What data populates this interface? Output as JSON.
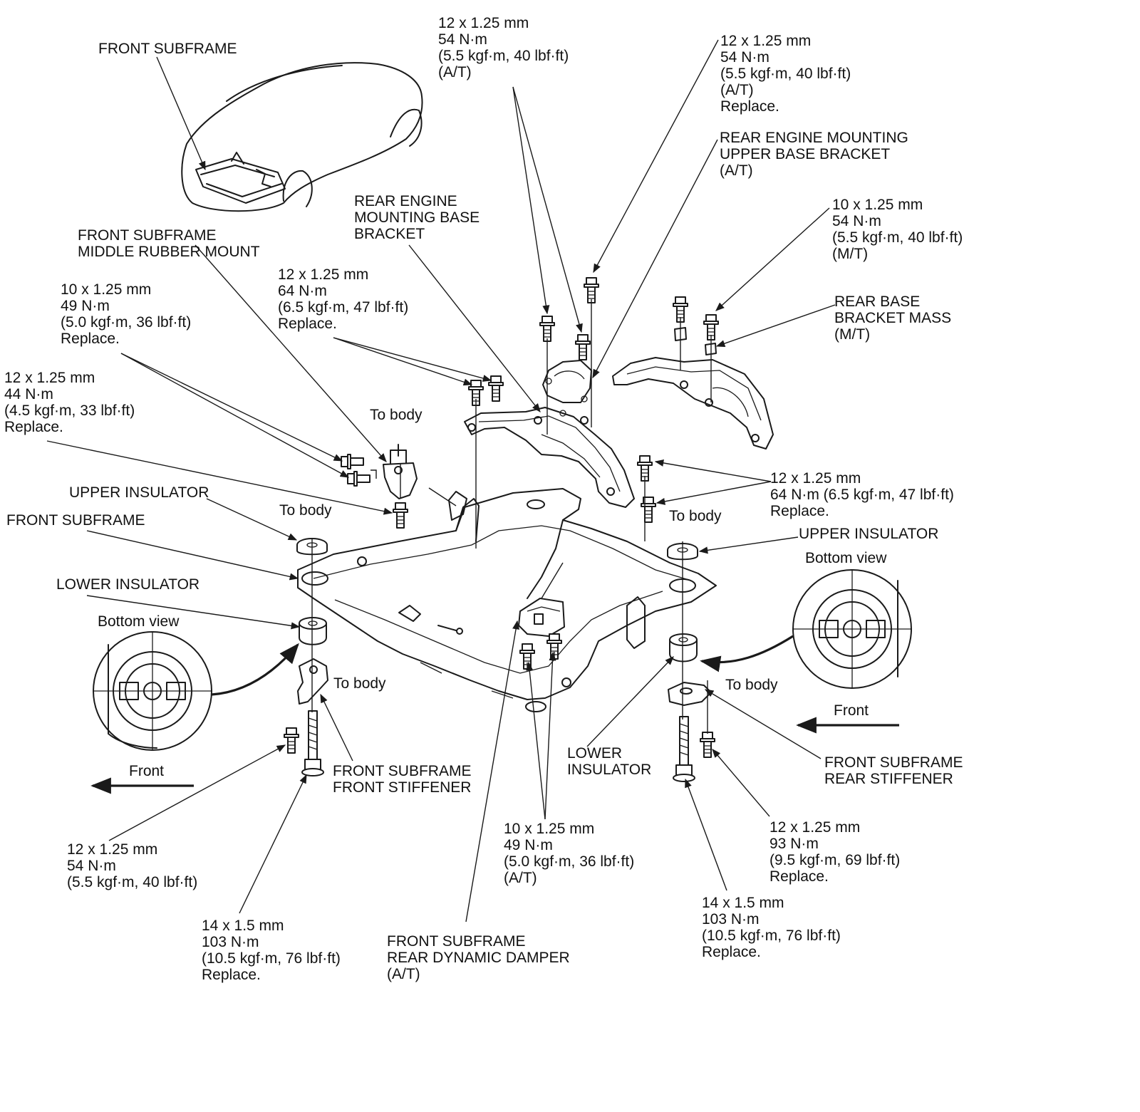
{
  "labels": {
    "car_front_subframe": [
      "FRONT SUBFRAME"
    ],
    "bolt_12_54_at_a": [
      "12 x 1.25 mm",
      "54 N·m",
      "(5.5 kgf·m, 40 lbf·ft)",
      "(A/T)"
    ],
    "bolt_12_54_at_replace": [
      "12 x 1.25 mm",
      "54 N·m",
      "(5.5 kgf·m, 40 lbf·ft)",
      "(A/T)",
      "Replace."
    ],
    "rear_engine_mount_upper_base_bracket": [
      "REAR ENGINE MOUNTING",
      "UPPER BASE BRACKET",
      "(A/T)"
    ],
    "rear_engine_mount_base_bracket": [
      "REAR ENGINE",
      "MOUNTING BASE",
      "BRACKET"
    ],
    "bolt_10_54_mt": [
      "10 x 1.25 mm",
      "54 N·m",
      "(5.5 kgf·m, 40 lbf·ft)",
      "(M/T)"
    ],
    "middle_rubber_mount": [
      "FRONT SUBFRAME",
      "MIDDLE RUBBER MOUNT"
    ],
    "bolt_12_64_replace": [
      "12 x 1.25 mm",
      "64 N·m",
      "(6.5 kgf·m, 47 lbf·ft)",
      "Replace."
    ],
    "rear_base_bracket_mass": [
      "REAR BASE",
      "BRACKET MASS",
      "(M/T)"
    ],
    "bolt_10_49_replace": [
      "10 x 1.25 mm",
      "49 N·m",
      "(5.0 kgf·m, 36 lbf·ft)",
      "Replace."
    ],
    "bolt_12_44_replace": [
      "12 x 1.25 mm",
      "44 N·m",
      "(4.5 kgf·m, 33 lbf·ft)",
      "Replace."
    ],
    "to_body_middle": [
      "To body"
    ],
    "bolt_12_64_right": [
      "12 x 1.25 mm",
      "64 N·m (6.5 kgf·m, 47 lbf·ft)",
      "Replace."
    ],
    "upper_insulator_left": [
      "UPPER INSULATOR"
    ],
    "to_body_left_upper": [
      "To body"
    ],
    "to_body_right_upper": [
      "To body"
    ],
    "front_subframe_main": [
      "FRONT SUBFRAME"
    ],
    "upper_insulator_right": [
      "UPPER INSULATOR"
    ],
    "bottom_view_right": [
      "Bottom view"
    ],
    "lower_insulator_left": [
      "LOWER INSULATOR"
    ],
    "bottom_view_left": [
      "Bottom view"
    ],
    "to_body_left_lower": [
      "To body"
    ],
    "to_body_right_lower": [
      "To body"
    ],
    "front_right": [
      "Front"
    ],
    "front_left": [
      "Front"
    ],
    "lower_insulator_right": [
      "LOWER",
      "INSULATOR"
    ],
    "front_stiffener": [
      "FRONT SUBFRAME",
      "FRONT STIFFENER"
    ],
    "rear_stiffener": [
      "FRONT SUBFRAME",
      "REAR STIFFENER"
    ],
    "bolt_10_49_at": [
      "10 x 1.25 mm",
      "49 N·m",
      "(5.0 kgf·m, 36 lbf·ft)",
      "(A/T)"
    ],
    "bolt_12_93_replace": [
      "12 x 1.25 mm",
      "93 N·m",
      "(9.5 kgf·m, 69 lbf·ft)",
      "Replace."
    ],
    "bolt_12_54_left": [
      "12 x 1.25 mm",
      "54 N·m",
      "(5.5 kgf·m, 40 lbf·ft)"
    ],
    "bolt_14_103_right": [
      "14 x 1.5 mm",
      "103 N·m",
      "(10.5 kgf·m, 76 lbf·ft)",
      "Replace."
    ],
    "bolt_14_103_left": [
      "14 x 1.5 mm",
      "103 N·m",
      "(10.5 kgf·m, 76 lbf·ft)",
      "Replace."
    ],
    "rear_dynamic_damper": [
      "FRONT SUBFRAME",
      "REAR DYNAMIC DAMPER",
      "(A/T)"
    ]
  },
  "icons": [
    "car-outline-icon",
    "subframe-icon",
    "bolt-icon",
    "insulator-icon",
    "bracket-icon",
    "front-arrow-icon"
  ]
}
